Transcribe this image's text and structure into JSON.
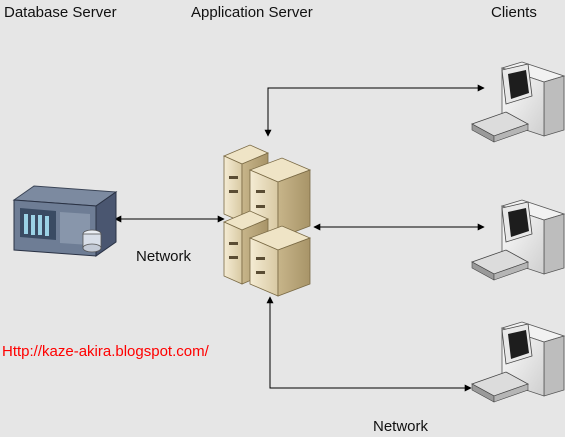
{
  "labels": {
    "database_server": "Database Server",
    "application_server": "Application Server",
    "clients": "Clients",
    "network_left": "Network",
    "network_bottom": "Network"
  },
  "watermark": {
    "text": "Http://kaze-akira.blogspot.com/",
    "color": "#ff0000"
  },
  "icons": {
    "database": "database-server-icon",
    "app_server": "application-server-stack-icon",
    "client": "desktop-computer-icon"
  },
  "colors": {
    "background": "#e6e6e6",
    "connector": "#000000"
  }
}
